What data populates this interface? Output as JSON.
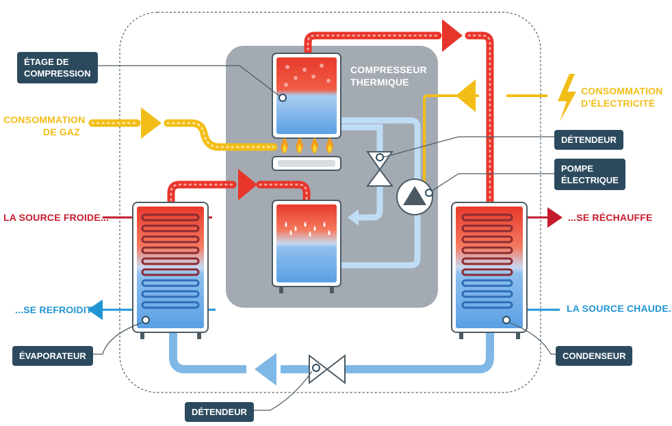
{
  "labels": {
    "etage_compression": "ÉTAGE DE\nCOMPRESSION",
    "compresseur_thermique": "COMPRESSEUR\nTHERMIQUE",
    "consommation_gaz": "CONSOMMATION\nDE GAZ",
    "consommation_electricite": "CONSOMMATION\nD’ÉLECTRICITÉ",
    "detendeur_top": "DÉTENDEUR",
    "pompe_electrique": "POMPE\nÉLECTRIQUE",
    "source_froide": "LA SOURCE FROIDE...",
    "se_rechauffe": "...SE RÉCHAUFFE",
    "se_refroidit": "...SE REFROIDIT",
    "source_chaude": "LA SOURCE CHAUDE...",
    "evaporateur": "ÉVAPORATEUR",
    "condenseur": "CONDENSEUR",
    "detendeur_bottom": "DÉTENDEUR"
  },
  "colors": {
    "hot": "#e8352b",
    "cold": "#7fb8e6",
    "gas": "#f2bd17",
    "box": "#2c4a5e",
    "panel": "#a3aab2",
    "source_red": "#c4192b",
    "source_blue": "#1f95d3"
  }
}
